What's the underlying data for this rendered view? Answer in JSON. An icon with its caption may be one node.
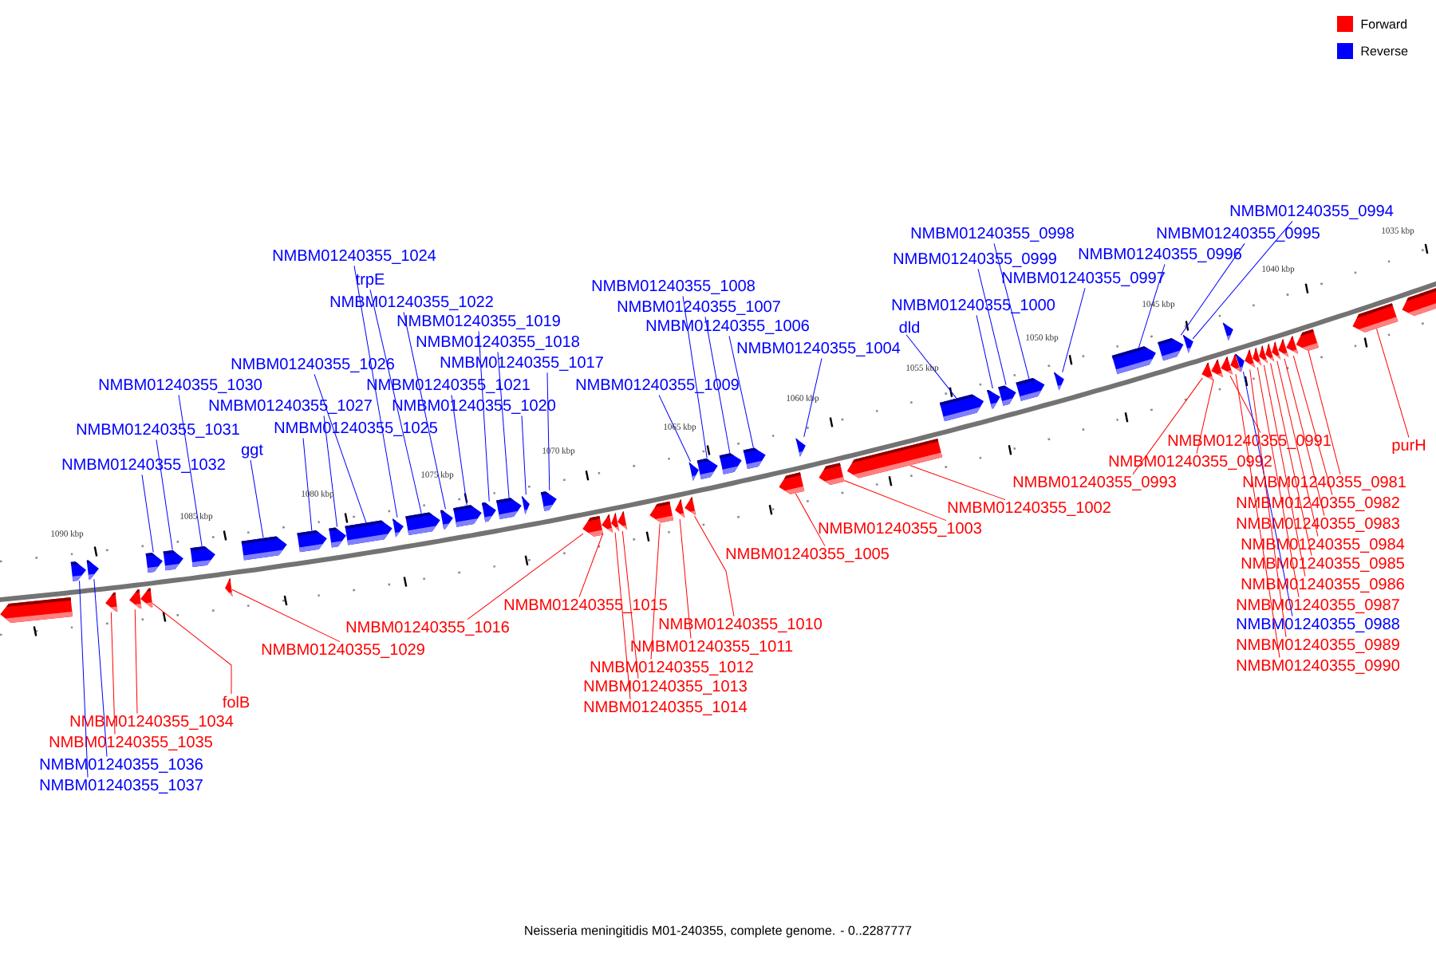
{
  "diagram": {
    "caption": "Neisseria meningitidis M01-240355, complete genome. - 0..2287777",
    "nodes": [
      {
        "text": [
          "NMBM01240355_0994"
        ]
      },
      {
        "text": [
          "NMBM01240355_0995"
        ]
      },
      {
        "text": [
          "NMBM01240355_0998"
        ]
      },
      {
        "text": [
          "NMBM01240355_0996"
        ]
      },
      {
        "text": [
          "NMBM01240355_1024"
        ]
      },
      {
        "text": [
          "NMBM01240355_0999"
        ]
      },
      {
        "text": [
          "NMBM01240355_0997"
        ]
      },
      {
        "text": [
          "trpE"
        ]
      },
      {
        "text": [
          "NMBM01240355_1008"
        ]
      },
      {
        "text": [
          "NMBM01240355_1022"
        ]
      },
      {
        "text": [
          "NMBM01240355_1000"
        ]
      },
      {
        "text": [
          "NMBM01240355_1007"
        ]
      },
      {
        "text": [
          "NMBM01240355_1019"
        ]
      },
      {
        "text": [
          "dld"
        ]
      },
      {
        "text": [
          "NMBM01240355_1006"
        ]
      },
      {
        "text": [
          "NMBM01240355_1018"
        ]
      },
      {
        "text": [
          "NMBM01240355_1004"
        ]
      },
      {
        "text": [
          "NMBM01240355_1017"
        ]
      },
      {
        "text": [
          "NMBM01240355_1026"
        ]
      },
      {
        "text": [
          "NMBM01240355_1030"
        ]
      },
      {
        "text": [
          "NMBM01240355_1021"
        ]
      },
      {
        "text": [
          "NMBM01240355_1009"
        ]
      },
      {
        "text": [
          "NMBM01240355_1020"
        ]
      },
      {
        "text": [
          "NMBM01240355_1027"
        ]
      },
      {
        "text": [
          "NMBM01240355_1031"
        ]
      },
      {
        "text": [
          "NMBM01240355_1025"
        ]
      },
      {
        "text": [
          "NMBM01240355_0991"
        ]
      },
      {
        "text": [
          "purH"
        ]
      },
      {
        "text": [
          "ggt"
        ]
      },
      {
        "text": [
          "NMBM01240355_0992"
        ]
      },
      {
        "text": [
          "NMBM01240355_1032"
        ]
      },
      {
        "text": [
          "NMBM01240355_0993"
        ]
      },
      {
        "text": [
          "NMBM01240355_0981"
        ]
      },
      {
        "text": [
          "NMBM01240355_0982"
        ]
      },
      {
        "text": [
          "NMBM01240355_1002"
        ]
      },
      {
        "text": [
          "NMBM01240355_0983"
        ]
      },
      {
        "text": [
          "NMBM01240355_1003"
        ]
      },
      {
        "text": [
          "NMBM01240355_0984"
        ]
      },
      {
        "text": [
          "NMBM01240355_1005"
        ]
      },
      {
        "text": [
          "NMBM01240355_0985"
        ]
      },
      {
        "text": [
          "NMBM01240355_0986"
        ]
      },
      {
        "text": [
          "NMBM01240355_1015"
        ]
      },
      {
        "text": [
          "NMBM01240355_0987"
        ]
      },
      {
        "text": [
          "NMBM01240355_0988"
        ]
      },
      {
        "text": [
          "NMBM01240355_1010"
        ]
      },
      {
        "text": [
          "NMBM01240355_1016"
        ]
      },
      {
        "text": [
          "NMBM01240355_0989"
        ]
      },
      {
        "text": [
          "NMBM01240355_1029"
        ]
      },
      {
        "text": [
          "NMBM01240355_1011"
        ]
      },
      {
        "text": [
          "NMBM01240355_0990"
        ]
      },
      {
        "text": [
          "NMBM01240355_1012"
        ]
      },
      {
        "text": [
          "NMBM01240355_1013"
        ]
      },
      {
        "text": [
          "folB"
        ]
      },
      {
        "text": [
          "NMBM01240355_1014"
        ]
      },
      {
        "text": [
          "NMBM01240355_1034"
        ]
      },
      {
        "text": [
          "NMBM01240355_1035"
        ]
      },
      {
        "text": [
          "NMBM01240355_1036"
        ]
      },
      {
        "text": [
          "NMBM01240355_1037"
        ]
      },
      {
        "text": [],
        "shape": "arrow"
      },
      {
        "text": [],
        "shape": "arrow"
      },
      {
        "text": [],
        "shape": "arrow"
      },
      {
        "text": [],
        "shape": "arrow"
      },
      {
        "text": [],
        "shape": "arrow"
      },
      {
        "text": [],
        "shape": "arrow"
      },
      {
        "text": [],
        "shape": "arrow"
      },
      {
        "text": [],
        "shape": "arrow"
      },
      {
        "text": [],
        "shape": "arrow"
      },
      {
        "text": [],
        "shape": "arrow"
      },
      {
        "text": [],
        "shape": "arrow"
      },
      {
        "text": [],
        "shape": "arrow"
      },
      {
        "text": [],
        "shape": "arrow"
      },
      {
        "text": [],
        "shape": "arrow"
      },
      {
        "text": [],
        "shape": "arrow"
      },
      {
        "text": [],
        "shape": "arrow"
      },
      {
        "text": [],
        "shape": "arrow"
      },
      {
        "text": [],
        "shape": "arrow"
      },
      {
        "text": [],
        "shape": "arrow"
      },
      {
        "text": [],
        "shape": "arrow"
      },
      {
        "text": [],
        "shape": "arrow"
      },
      {
        "text": [],
        "shape": "arrow"
      },
      {
        "text": [],
        "shape": "arrow"
      },
      {
        "text": [],
        "shape": "arrow"
      },
      {
        "text": [],
        "shape": "arrow"
      },
      {
        "text": [],
        "shape": "arrow"
      },
      {
        "text": [],
        "shape": "arrow"
      },
      {
        "text": [],
        "shape": "arrow"
      },
      {
        "text": [],
        "shape": "arrow"
      },
      {
        "text": [],
        "shape": "arrow"
      },
      {
        "text": [],
        "shape": "arrow"
      },
      {
        "text": [],
        "shape": "arrow"
      },
      {
        "text": [],
        "shape": "arrow"
      },
      {
        "text": [],
        "shape": "arrow"
      },
      {
        "text": [],
        "shape": "arrow"
      },
      {
        "text": [],
        "shape": "arrow"
      },
      {
        "text": [],
        "shape": "arrow"
      },
      {
        "text": [],
        "shape": "arrow"
      },
      {
        "text": [],
        "shape": "arrow"
      },
      {
        "text": [],
        "shape": "arrow"
      },
      {
        "text": [],
        "shape": "arrow"
      },
      {
        "text": [],
        "shape": "arrow"
      },
      {
        "text": [],
        "shape": "arrow"
      },
      {
        "text": [],
        "shape": "arrow"
      },
      {
        "text": [],
        "shape": "arrow"
      },
      {
        "text": [],
        "shape": "arrow"
      },
      {
        "text": [],
        "shape": "arrow"
      },
      {
        "text": [],
        "shape": "arrow"
      },
      {
        "text": [],
        "shape": "arrow"
      },
      {
        "text": [],
        "shape": "arrow"
      },
      {
        "text": [],
        "shape": "arrow"
      },
      {
        "text": [],
        "shape": "arrow"
      },
      {
        "text": [],
        "shape": "arrow"
      },
      {
        "text": [],
        "shape": "arrow"
      },
      {
        "text": [],
        "shape": "arrow"
      },
      {
        "text": [],
        "shape": "arrow"
      },
      {
        "text": [],
        "shape": "arrow"
      },
      {
        "text": [],
        "shape": "arrow"
      },
      {
        "text": [],
        "shape": "arrow"
      },
      {
        "text": [],
        "shape": "arrow"
      },
      {
        "text": [],
        "shape": "arrow"
      }
    ],
    "edges": [
      {
        "from": 0,
        "to": 102,
        "arrow": "none",
        "color": "#0000ff"
      },
      {
        "from": 1,
        "to": 101,
        "arrow": "none",
        "color": "#0000ff"
      },
      {
        "from": 2,
        "to": 98,
        "arrow": "none",
        "color": "#0000ff"
      },
      {
        "from": 3,
        "to": 100,
        "arrow": "none",
        "color": "#0000ff"
      },
      {
        "from": 4,
        "to": 72,
        "arrow": "none",
        "color": "#0000ff"
      },
      {
        "from": 5,
        "to": 97,
        "arrow": "none",
        "color": "#0000ff"
      },
      {
        "from": 6,
        "to": 99,
        "arrow": "none",
        "color": "#0000ff"
      },
      {
        "from": 7,
        "to": 73,
        "arrow": "none",
        "color": "#0000ff"
      },
      {
        "from": 8,
        "to": 88,
        "arrow": "none",
        "color": "#0000ff"
      },
      {
        "from": 9,
        "to": 74,
        "arrow": "none",
        "color": "#0000ff"
      },
      {
        "from": 10,
        "to": 96,
        "arrow": "none",
        "color": "#0000ff"
      },
      {
        "from": 11,
        "to": 89,
        "arrow": "none",
        "color": "#0000ff"
      },
      {
        "from": 12,
        "to": 76,
        "arrow": "none",
        "color": "#0000ff"
      },
      {
        "from": 13,
        "to": 95,
        "arrow": "none",
        "color": "#0000ff"
      },
      {
        "from": 14,
        "to": 90,
        "arrow": "none",
        "color": "#0000ff"
      },
      {
        "from": 15,
        "to": 77,
        "arrow": "none",
        "color": "#0000ff"
      },
      {
        "from": 16,
        "to": 92,
        "arrow": "none",
        "color": "#0000ff"
      },
      {
        "from": 17,
        "to": 79,
        "arrow": "none",
        "color": "#0000ff"
      },
      {
        "from": 18,
        "to": 71,
        "arrow": "none",
        "color": "#0000ff"
      },
      {
        "from": 19,
        "to": 66,
        "arrow": "none",
        "color": "#0000ff"
      },
      {
        "from": 20,
        "to": 75,
        "arrow": "none",
        "color": "#0000ff"
      },
      {
        "from": 21,
        "to": 87,
        "arrow": "none",
        "color": "#0000ff"
      },
      {
        "from": 22,
        "to": 78,
        "arrow": "none",
        "color": "#0000ff"
      },
      {
        "from": 23,
        "to": 70,
        "arrow": "none",
        "color": "#0000ff"
      },
      {
        "from": 24,
        "to": 65,
        "arrow": "none",
        "color": "#0000ff"
      },
      {
        "from": 25,
        "to": 69,
        "arrow": "none",
        "color": "#0000ff"
      },
      {
        "from": 26,
        "to": 105,
        "arrow": "none",
        "color": "#ff0000"
      },
      {
        "from": 27,
        "to": 117,
        "arrow": "none",
        "color": "#ff0000"
      },
      {
        "from": 28,
        "to": 68,
        "arrow": "none",
        "color": "#0000ff"
      },
      {
        "from": 29,
        "to": 104,
        "arrow": "none",
        "color": "#ff0000"
      },
      {
        "from": 30,
        "to": 64,
        "arrow": "none",
        "color": "#0000ff"
      },
      {
        "from": 31,
        "to": 103,
        "arrow": "none",
        "color": "#ff0000"
      },
      {
        "from": 32,
        "to": 116,
        "arrow": "none",
        "color": "#ff0000"
      },
      {
        "from": 33,
        "to": 115,
        "arrow": "none",
        "color": "#ff0000"
      },
      {
        "from": 34,
        "to": 94,
        "arrow": "none",
        "color": "#ff0000"
      },
      {
        "from": 35,
        "to": 114,
        "arrow": "none",
        "color": "#ff0000"
      },
      {
        "from": 36,
        "to": 93,
        "arrow": "none",
        "color": "#ff0000"
      },
      {
        "from": 37,
        "to": 113,
        "arrow": "none",
        "color": "#ff0000"
      },
      {
        "from": 38,
        "to": 91,
        "arrow": "none",
        "color": "#ff0000"
      },
      {
        "from": 39,
        "to": 112,
        "arrow": "none",
        "color": "#ff0000"
      },
      {
        "from": 40,
        "to": 111,
        "arrow": "none",
        "color": "#ff0000"
      },
      {
        "from": 41,
        "to": 81,
        "arrow": "none",
        "color": "#ff0000"
      },
      {
        "from": 42,
        "to": 110,
        "arrow": "none",
        "color": "#ff0000"
      },
      {
        "from": 43,
        "to": 108,
        "arrow": "none",
        "color": "#0000ff"
      },
      {
        "from": 44,
        "to": 86,
        "arrow": "none",
        "color": "#ff0000"
      },
      {
        "from": 45,
        "to": 80,
        "arrow": "none",
        "color": "#ff0000"
      },
      {
        "from": 46,
        "to": 109,
        "arrow": "none",
        "color": "#ff0000"
      },
      {
        "from": 47,
        "to": 67,
        "arrow": "none",
        "color": "#ff0000"
      },
      {
        "from": 48,
        "to": 85,
        "arrow": "none",
        "color": "#ff0000"
      },
      {
        "from": 49,
        "to": 107,
        "arrow": "none",
        "color": "#ff0000"
      },
      {
        "from": 50,
        "to": 84,
        "arrow": "none",
        "color": "#ff0000"
      },
      {
        "from": 51,
        "to": 83,
        "arrow": "none",
        "color": "#ff0000"
      },
      {
        "from": 52,
        "to": 63,
        "arrow": "none",
        "color": "#ff0000"
      },
      {
        "from": 53,
        "to": 82,
        "arrow": "none",
        "color": "#ff0000"
      },
      {
        "from": 54,
        "to": 62,
        "arrow": "none",
        "color": "#ff0000"
      },
      {
        "from": 55,
        "to": 61,
        "arrow": "none",
        "color": "#ff0000"
      },
      {
        "from": 56,
        "to": 60,
        "arrow": "none",
        "color": "#0000ff"
      },
      {
        "from": 57,
        "to": 59,
        "arrow": "none",
        "color": "#0000ff"
      }
    ],
    "labels": [
      "1090 kbp",
      "1085 kbp",
      "1080 kbp",
      "1075 kbp",
      "1070 kbp",
      "1065 kbp",
      "1060 kbp",
      "1055 kbp",
      "1050 kbp",
      "1045 kbp",
      "1040 kbp",
      "1035 kbp"
    ],
    "legend": [
      {
        "text": "Forward",
        "color": "#ff0000"
      },
      {
        "text": "Reverse",
        "color": "#0000ff"
      }
    ]
  }
}
